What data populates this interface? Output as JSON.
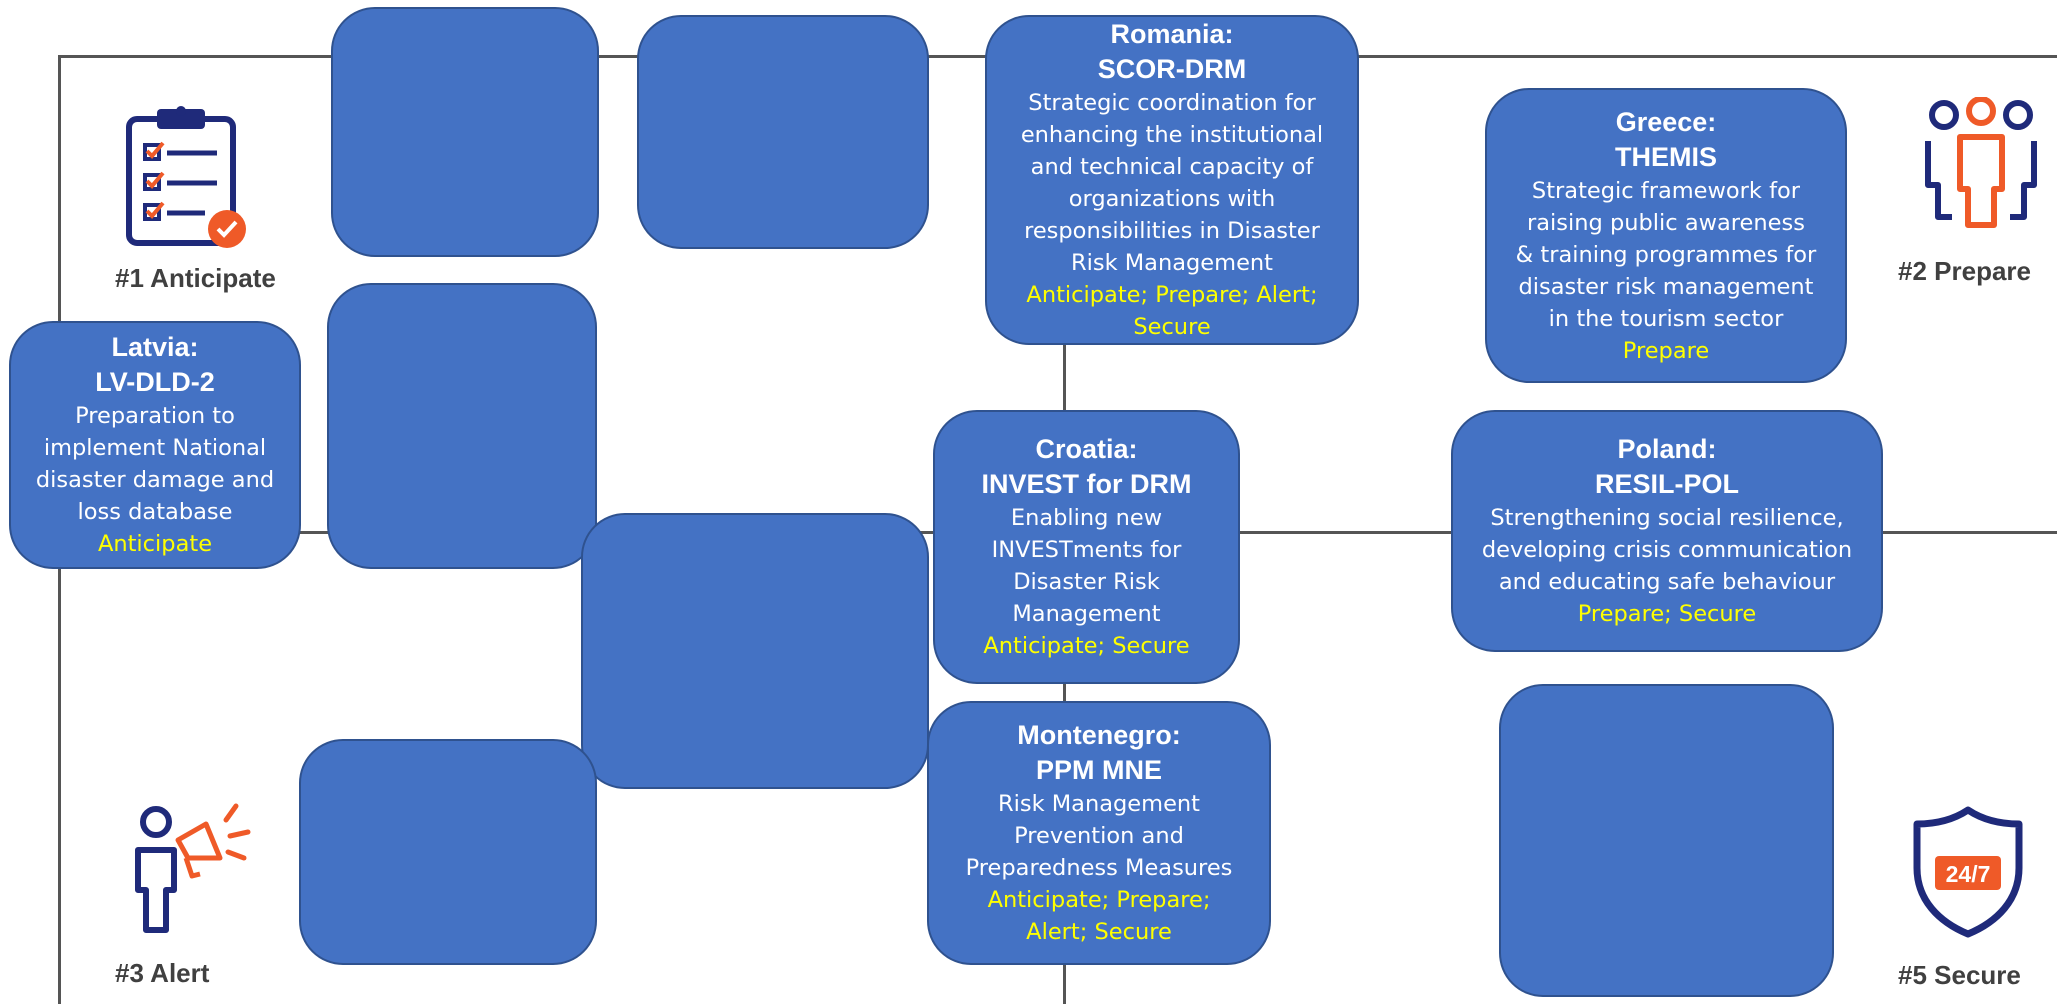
{
  "phases": {
    "anticipate": {
      "label": "#1 Anticipate",
      "icon": "clipboard-checklist-icon"
    },
    "prepare": {
      "label": "#2 Prepare",
      "icon": "people-group-icon"
    },
    "alert": {
      "label": "#3 Alert",
      "icon": "person-megaphone-icon"
    },
    "secure": {
      "label": "#5 Secure",
      "icon": "shield-24-7-icon",
      "badge": "24/7"
    }
  },
  "colors": {
    "box_fill": "#4472c4",
    "box_border": "#2f528f",
    "tag_text": "#ffff00",
    "icon_navy": "#1f2a7a",
    "icon_orange": "#ef5a28",
    "line": "#555555",
    "label_text": "#404040"
  },
  "projects": {
    "romania": {
      "country": "Romania:",
      "acronym": "SCOR-DRM",
      "description": "Strategic coordination for\nenhancing the institutional\nand technical capacity of\norganizations with\nresponsibilities in Disaster\nRisk Management",
      "tags": "Anticipate; Prepare; Alert;\nSecure"
    },
    "greece": {
      "country": "Greece:",
      "acronym": "THEMIS",
      "description": "Strategic framework for\nraising public awareness\n& training programmes for\ndisaster risk management\nin the tourism sector",
      "tags": "Prepare"
    },
    "latvia": {
      "country": "Latvia:",
      "acronym": "LV-DLD-2",
      "description": "Preparation to\nimplement National\ndisaster damage and\nloss database",
      "tags": "Anticipate"
    },
    "croatia": {
      "country": "Croatia:",
      "acronym": "INVEST for DRM",
      "description": "Enabling new\nINVESTments for\nDisaster Risk\nManagement",
      "tags": "Anticipate; Secure"
    },
    "poland": {
      "country": "Poland:",
      "acronym": "RESIL-POL",
      "description": "Strengthening social resilience,\ndeveloping crisis communication\nand educating safe behaviour",
      "tags": "Prepare; Secure"
    },
    "montenegro": {
      "country": "Montenegro:",
      "acronym": "PPM MNE",
      "description": "Risk Management\nPrevention and\nPreparedness Measures",
      "tags": "Anticipate; Prepare;\nAlert; Secure"
    }
  }
}
